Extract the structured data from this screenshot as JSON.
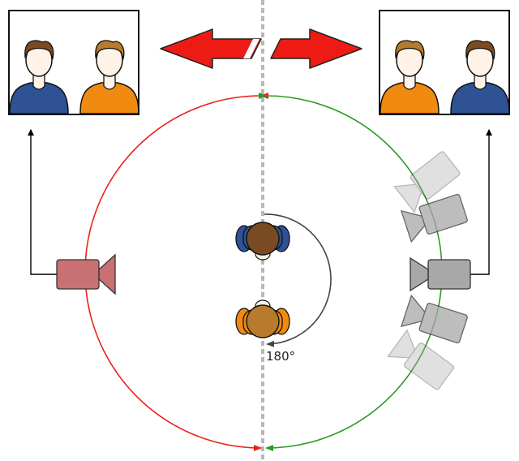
{
  "diagram": {
    "rotation_label": "180°",
    "colors": {
      "red": "#e8211a",
      "green": "#2a9a22",
      "blue_shirt": "#2e5294",
      "orange_shirt": "#f08a10",
      "camera_red": "#c97072",
      "camera_gray": "#a8a8a8",
      "axis": "#b8b8b8"
    },
    "frames": [
      {
        "name": "left-frame",
        "people": [
          "blue-shirt-person",
          "orange-shirt-person"
        ]
      },
      {
        "name": "right-frame",
        "people": [
          "orange-shirt-person",
          "blue-shirt-person"
        ]
      }
    ],
    "icons": [
      "broken-double-arrow-icon",
      "camera-icon",
      "person-top-view-icon",
      "rotation-arrow-icon"
    ]
  }
}
